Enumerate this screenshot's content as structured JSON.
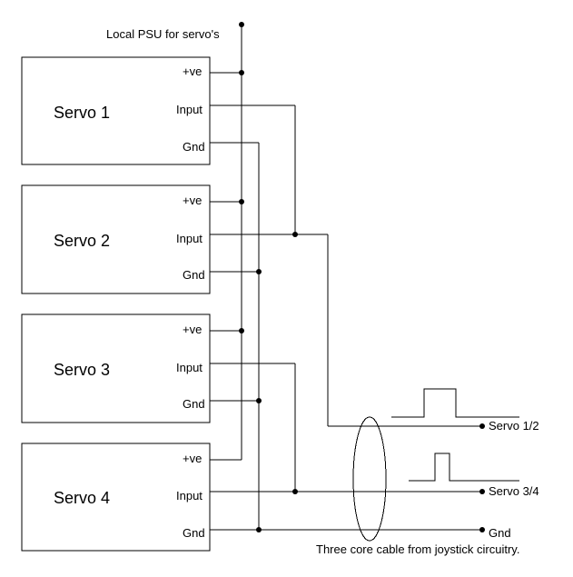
{
  "psu_label": "Local PSU for servo's",
  "cable_label": "Three core cable from joystick circuitry.",
  "pin_labels": {
    "pos": "+ve",
    "input": "Input",
    "gnd": "Gnd"
  },
  "servos": [
    {
      "name": "Servo 1"
    },
    {
      "name": "Servo 2"
    },
    {
      "name": "Servo 3"
    },
    {
      "name": "Servo 4"
    }
  ],
  "outputs": {
    "servo12": "Servo 1/2",
    "servo34": "Servo 3/4",
    "gnd": "Gnd"
  }
}
